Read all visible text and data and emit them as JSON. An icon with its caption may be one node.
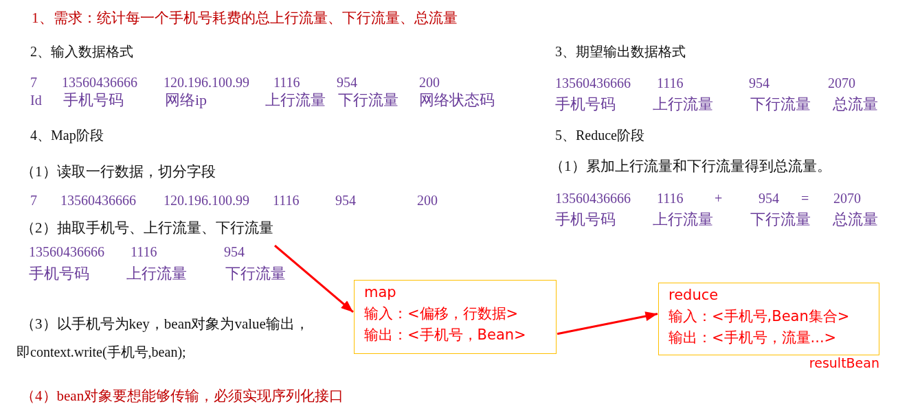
{
  "diagram": {
    "title": "1、需求：统计每一个手机号耗费的总上行流量、下行流量、总流量",
    "nodes": [
      {
        "text": [
          "map",
          "输入：<偏移，行数据>",
          "输出：<手机号，Bean>"
        ]
      },
      {
        "text": [
          "reduce",
          "输入：<手机号,Bean集合>",
          "输出：<手机号，流量...>"
        ],
        "beside": [
          "resultBean"
        ]
      }
    ],
    "edges": [
      {
        "from": null,
        "to": 0,
        "arrow": "to"
      },
      {
        "from": 0,
        "to": 1,
        "arrow": "to"
      }
    ],
    "labels": [
      "2、输入数据格式",
      "7",
      "13560436666",
      "120.196.100.99",
      "1116",
      "954",
      "200",
      "Id",
      "手机号码",
      "网络ip",
      "上行流量",
      "下行流量",
      "网络状态码",
      "3、期望输出数据格式",
      "13560436666",
      "1116",
      "954",
      "2070",
      "手机号码",
      "上行流量",
      "下行流量",
      "总流量",
      "4、Map阶段",
      "5、Reduce阶段",
      "（1）读取一行数据，切分字段",
      "（1）累加上行流量和下行流量得到总流量。",
      "7",
      "13560436666",
      "120.196.100.99",
      "1116",
      "954",
      "200",
      "13560436666",
      "1116",
      "+",
      "954",
      "=",
      "2070",
      "手机号码",
      "上行流量",
      "下行流量",
      "总流量",
      "（2）抽取手机号、上行流量、下行流量",
      "13560436666",
      "1116",
      "954",
      "手机号码",
      "上行流量",
      "下行流量",
      "（3）以手机号为key，bean对象为value输出，",
      "即context.write(手机号,bean);",
      "（4）bean对象要想能够传输，必须实现序列化接口"
    ]
  }
}
